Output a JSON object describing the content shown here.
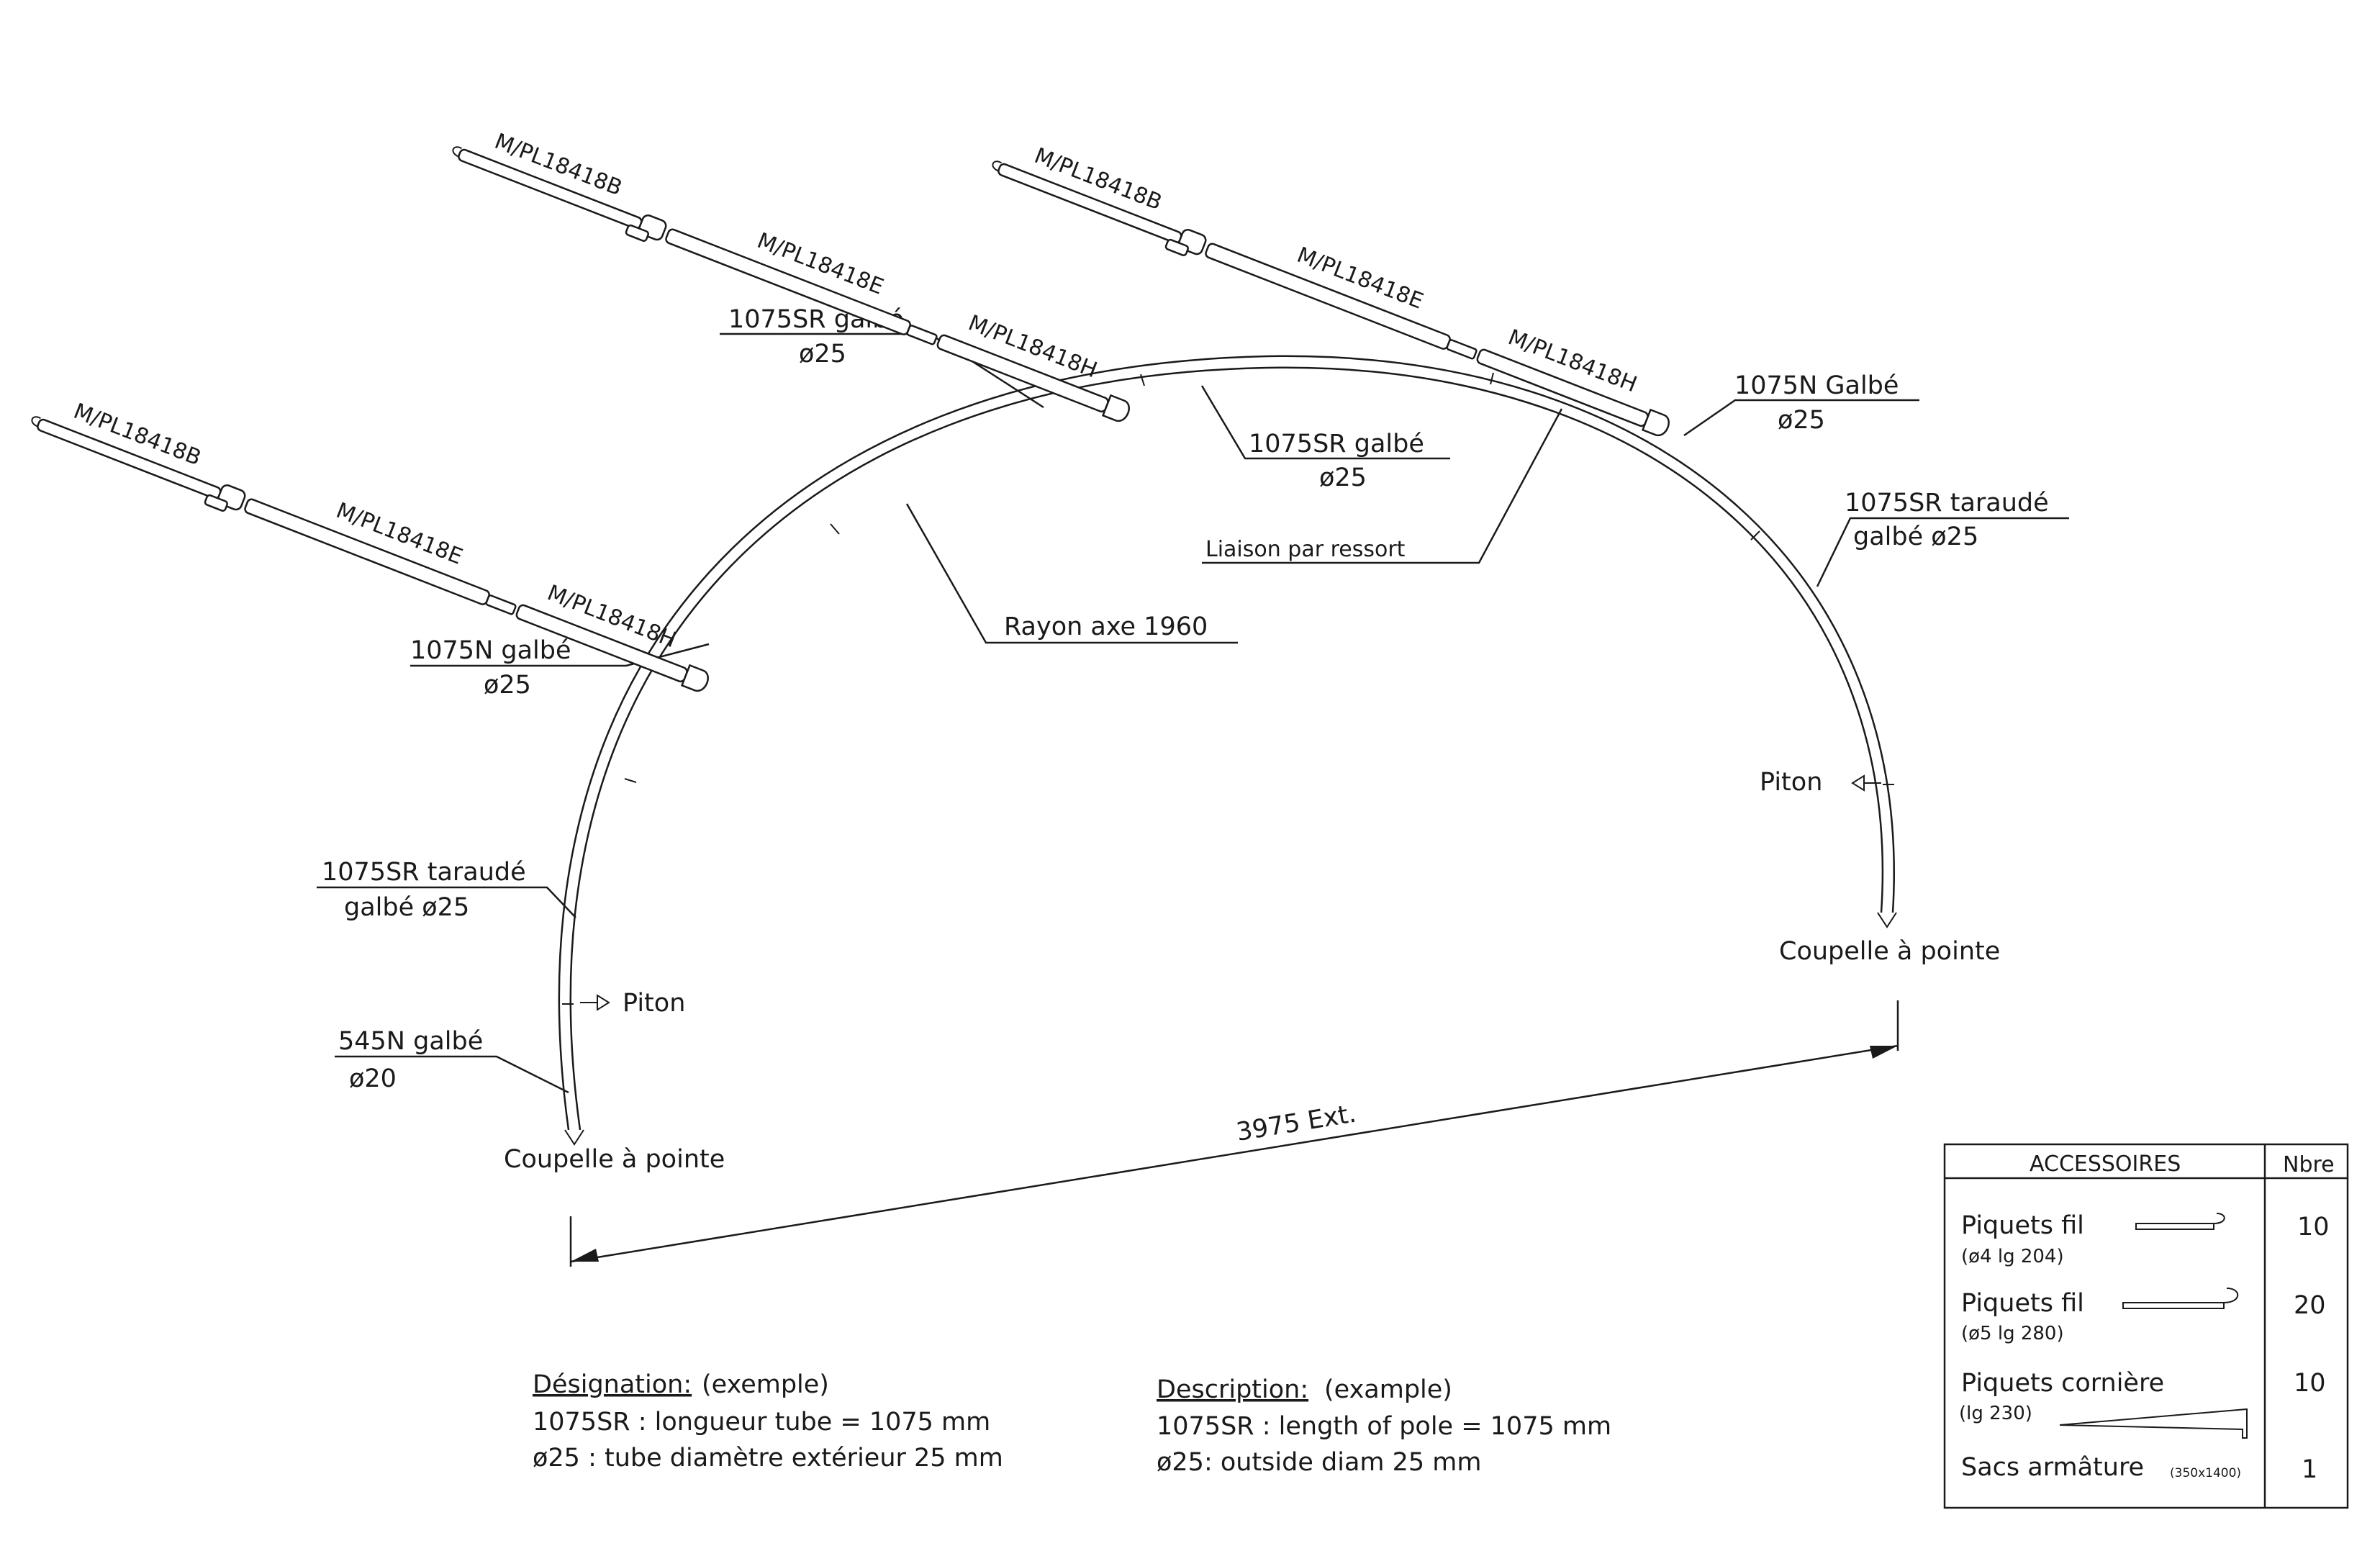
{
  "parts": {
    "top_left_arc": "1075SR galbé",
    "top_left_arc_dia": "ø25",
    "top_mid_arc": "1075SR galbé",
    "top_mid_arc_dia": "ø25",
    "spring_link": "Liaison par ressort",
    "right_upper": "1075N Galbé",
    "right_upper_dia": "ø25",
    "right_lower_1": "1075SR taraudé",
    "right_lower_2": "galbé ø25",
    "radius": "Rayon axe 1960",
    "left_upper": "1075N galbé",
    "left_upper_dia": "ø25",
    "left_lower_1": "1075SR taraudé",
    "left_lower_2": "galbé ø25",
    "left_bottom": "545N galbé",
    "left_bottom_dia": "ø20",
    "piton_left": "Piton",
    "piton_right": "Piton",
    "cup_left": "Coupelle à pointe",
    "cup_right": "Coupelle à pointe",
    "span": "3975 Ext."
  },
  "rods": {
    "b": "M/PL18418B",
    "e": "M/PL18418E",
    "h": "M/PL18418H"
  },
  "designation": {
    "title": "Désignation:",
    "title_suffix": "(exemple)",
    "line1": "1075SR : longueur tube = 1075 mm",
    "line2": "ø25 : tube diamètre extérieur 25 mm"
  },
  "description": {
    "title": "Description:",
    "title_suffix": "(example)",
    "line1": "1075SR : length of pole = 1075 mm",
    "line2": "ø25: outside diam 25 mm"
  },
  "accessories": {
    "header": "ACCESSOIRES",
    "qty_header": "Nbre",
    "items": [
      {
        "name": "Piquets fil",
        "spec": "(ø4 lg 204)",
        "qty": "10"
      },
      {
        "name": "Piquets fil",
        "spec": "(ø5 lg 280)",
        "qty": "20"
      },
      {
        "name": "Piquets cornière",
        "spec": "(lg 230)",
        "qty": "10"
      },
      {
        "name": "Sacs armâture",
        "spec": "(350x1400)",
        "qty": "1"
      }
    ]
  }
}
